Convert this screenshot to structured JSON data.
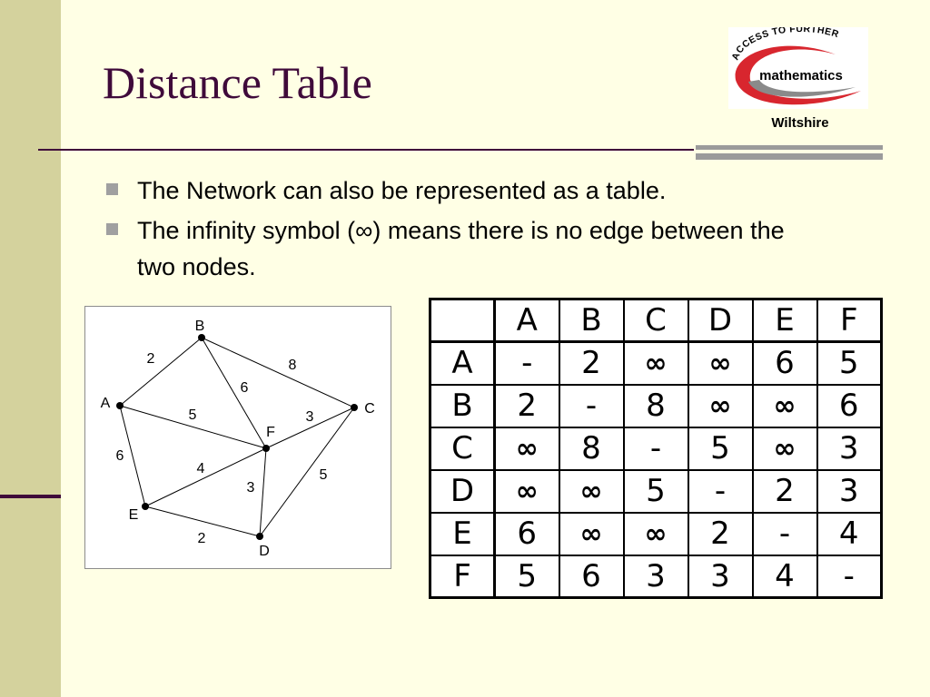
{
  "slide": {
    "title": "Distance Table",
    "logo": {
      "arc_text": "ACCESS TO FURTHER",
      "word": "mathematics",
      "caption": "Wiltshire",
      "colors": {
        "swoosh": "#d8262e",
        "grey": "#8a8a8a"
      }
    },
    "bullets": [
      "The Network can also be represented as a table.",
      "The infinity symbol (∞) means there is no edge between the two nodes."
    ],
    "colors": {
      "background": "#ffffe5",
      "left_band": "#d4d29d",
      "title": "#3f0a3a",
      "rule": "#3f0a3a"
    }
  },
  "network": {
    "nodes": [
      "A",
      "B",
      "C",
      "D",
      "E",
      "F"
    ],
    "edges": [
      {
        "from": "A",
        "to": "B",
        "weight": "2"
      },
      {
        "from": "B",
        "to": "C",
        "weight": "8"
      },
      {
        "from": "B",
        "to": "F",
        "weight": "6"
      },
      {
        "from": "A",
        "to": "F",
        "weight": "5"
      },
      {
        "from": "F",
        "to": "C",
        "weight": "3"
      },
      {
        "from": "A",
        "to": "E",
        "weight": "6"
      },
      {
        "from": "E",
        "to": "F",
        "weight": "4"
      },
      {
        "from": "F",
        "to": "D",
        "weight": "3"
      },
      {
        "from": "C",
        "to": "D",
        "weight": "5"
      },
      {
        "from": "E",
        "to": "D",
        "weight": "2"
      }
    ]
  },
  "table": {
    "headers": [
      "A",
      "B",
      "C",
      "D",
      "E",
      "F"
    ],
    "rows": [
      {
        "label": "A",
        "cells": [
          "-",
          "2",
          "∞",
          "∞",
          "6",
          "5"
        ]
      },
      {
        "label": "B",
        "cells": [
          "2",
          "-",
          "8",
          "∞",
          "∞",
          "6"
        ]
      },
      {
        "label": "C",
        "cells": [
          "∞",
          "8",
          "-",
          "5",
          "∞",
          "3"
        ]
      },
      {
        "label": "D",
        "cells": [
          "∞",
          "∞",
          "5",
          "-",
          "2",
          "3"
        ]
      },
      {
        "label": "E",
        "cells": [
          "6",
          "∞",
          "∞",
          "2",
          "-",
          "4"
        ]
      },
      {
        "label": "F",
        "cells": [
          "5",
          "6",
          "3",
          "3",
          "4",
          "-"
        ]
      }
    ]
  }
}
